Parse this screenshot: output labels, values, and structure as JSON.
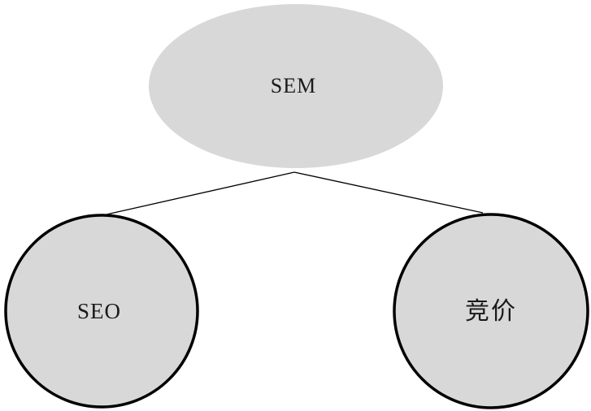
{
  "diagram": {
    "type": "tree",
    "root": {
      "id": "sem",
      "label": "SEM",
      "shape": "ellipse"
    },
    "children": [
      {
        "id": "seo",
        "label": "SEO",
        "shape": "circle",
        "parent": "sem"
      },
      {
        "id": "bidding",
        "label": "竞价",
        "shape": "circle",
        "parent": "sem"
      }
    ],
    "edges": [
      {
        "from": "sem",
        "to": "seo"
      },
      {
        "from": "sem",
        "to": "bidding"
      }
    ]
  },
  "colors": {
    "background": "#ffffff",
    "node_fill": "#d8d8d8",
    "circle_stroke": "#000000",
    "connector": "#000000",
    "text": "#1a1a1a"
  }
}
